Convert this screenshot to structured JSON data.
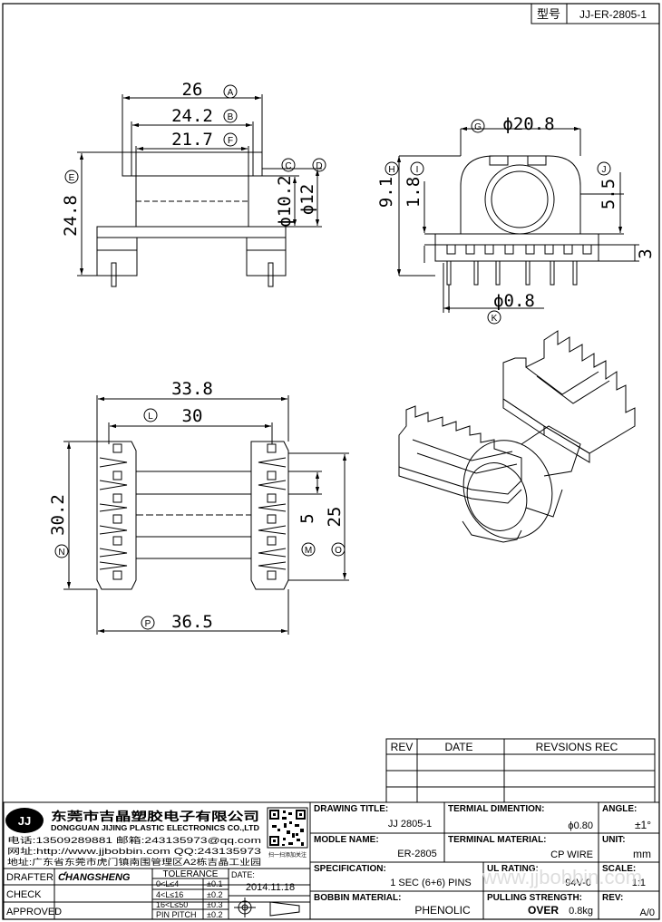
{
  "model_box": {
    "label": "型号",
    "value": "JJ-ER-2805-1"
  },
  "side_view": {
    "dim_26": "26",
    "dim_24_2": "24.2",
    "dim_21_7": "21.7",
    "dim_24_8": "24.8",
    "dim_10_2": "ϕ10.2",
    "dim_12": "ϕ12",
    "marks": {
      "A": "A",
      "B": "B",
      "F": "F",
      "E": "E",
      "C": "C",
      "D": "D"
    }
  },
  "end_view": {
    "dim_20_8": "ϕ20.8",
    "dim_9_1": "9.1",
    "dim_1_8": "1.8",
    "dim_5_5": "5.5",
    "dim_3": "3",
    "dim_0_8": "ϕ0.8",
    "marks": {
      "G": "G",
      "H": "H",
      "I": "I",
      "J": "J",
      "K": "K"
    }
  },
  "top_view": {
    "dim_33_8": "33.8",
    "dim_30": "30",
    "dim_30_2": "30.2",
    "dim_5": "5",
    "dim_25": "25",
    "dim_36_5": "36.5",
    "marks": {
      "L": "L",
      "N": "N",
      "M": "M",
      "O": "O",
      "P": "P"
    }
  },
  "revisions": {
    "headers": [
      "REV",
      "DATE",
      "REVSIONS REC"
    ]
  },
  "company": {
    "logo": "JJ",
    "name_cn": "东莞市吉晶塑胶电子有限公司",
    "name_en": "DONGGUAN JIJING PLASTIC ELECTRONICS CO.,LTD",
    "phone": "电话:13509289881   邮箱:243135973@qq.com",
    "web": "网址:http://www.jjbobbin.com  QQ:243135973",
    "address": "地址:广东省东莞市虎门镇南围管理区A2栋吉晶工业园",
    "qr_caption": "扫一扫添加关注"
  },
  "drafter": {
    "label": "DRAFTER",
    "value": "ƇHANGSHENG"
  },
  "check": {
    "label": "CHECK"
  },
  "approved": {
    "label": "APPROVED"
  },
  "tolerance": {
    "title": "TOLERANCE",
    "rows": [
      {
        "range": "0<L≤4",
        "value": "±0.1"
      },
      {
        "range": "4<L≤16",
        "value": "±0.2"
      },
      {
        "range": "16<L≤50",
        "value": "±0.3"
      },
      {
        "range": "PIN PITCH",
        "value": "±0.2"
      }
    ]
  },
  "date": {
    "label": "DATE:",
    "value": "2014.11.18"
  },
  "fields": {
    "drawing_title": {
      "label": "DRAWING TITLE:",
      "value": "JJ  2805-1"
    },
    "terminal_dimension": {
      "label": "TERMIAL DIMENTION:",
      "value": "ϕ0.80"
    },
    "angle": {
      "label": "ANGLE:",
      "value": "±1°"
    },
    "model_name": {
      "label": "MODLE NAME:",
      "value": "ER-2805"
    },
    "terminal_material": {
      "label": "TERMINAL MATERIAL:",
      "value": "CP WIRE"
    },
    "unit": {
      "label": "UNIT:",
      "value": "mm"
    },
    "specification": {
      "label": "SPECIFICATION:",
      "value": "1 SEC (6+6) PINS"
    },
    "ul_rating": {
      "label": "UL RATING:",
      "value": "94V-0"
    },
    "scale": {
      "label": "SCALE:",
      "value": "1:1"
    },
    "bobbin_material": {
      "label": "BOBBIN  MATERIAL:",
      "value": "PHENOLIC"
    },
    "pulling_strength": {
      "label": "PULLING STRENGTH:",
      "value_bold": "OVER",
      "value": "0.8kg"
    },
    "rev": {
      "label": "REV:",
      "value": "A/0"
    }
  },
  "watermark": "www.jjbobbin.com"
}
